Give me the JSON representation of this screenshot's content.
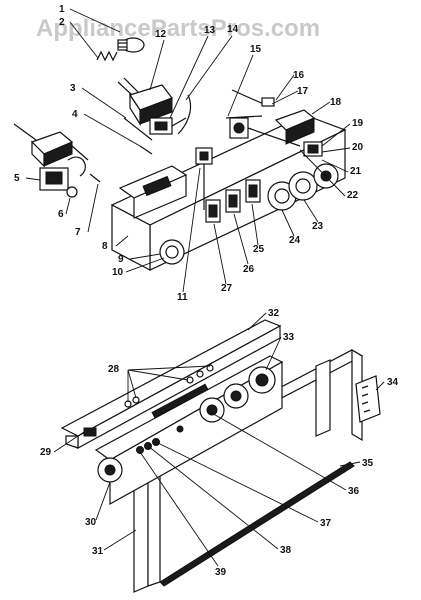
{
  "watermark": {
    "text": "AppliancePartsPros.com"
  },
  "callouts": [
    "1",
    "2",
    "3",
    "4",
    "5",
    "6",
    "7",
    "8",
    "9",
    "10",
    "11",
    "12",
    "13",
    "14",
    "15",
    "16",
    "17",
    "18",
    "19",
    "20",
    "21",
    "22",
    "23",
    "24",
    "25",
    "26",
    "27",
    "28",
    "29",
    "30",
    "31",
    "32",
    "33",
    "34",
    "35",
    "36",
    "37",
    "38",
    "39"
  ]
}
